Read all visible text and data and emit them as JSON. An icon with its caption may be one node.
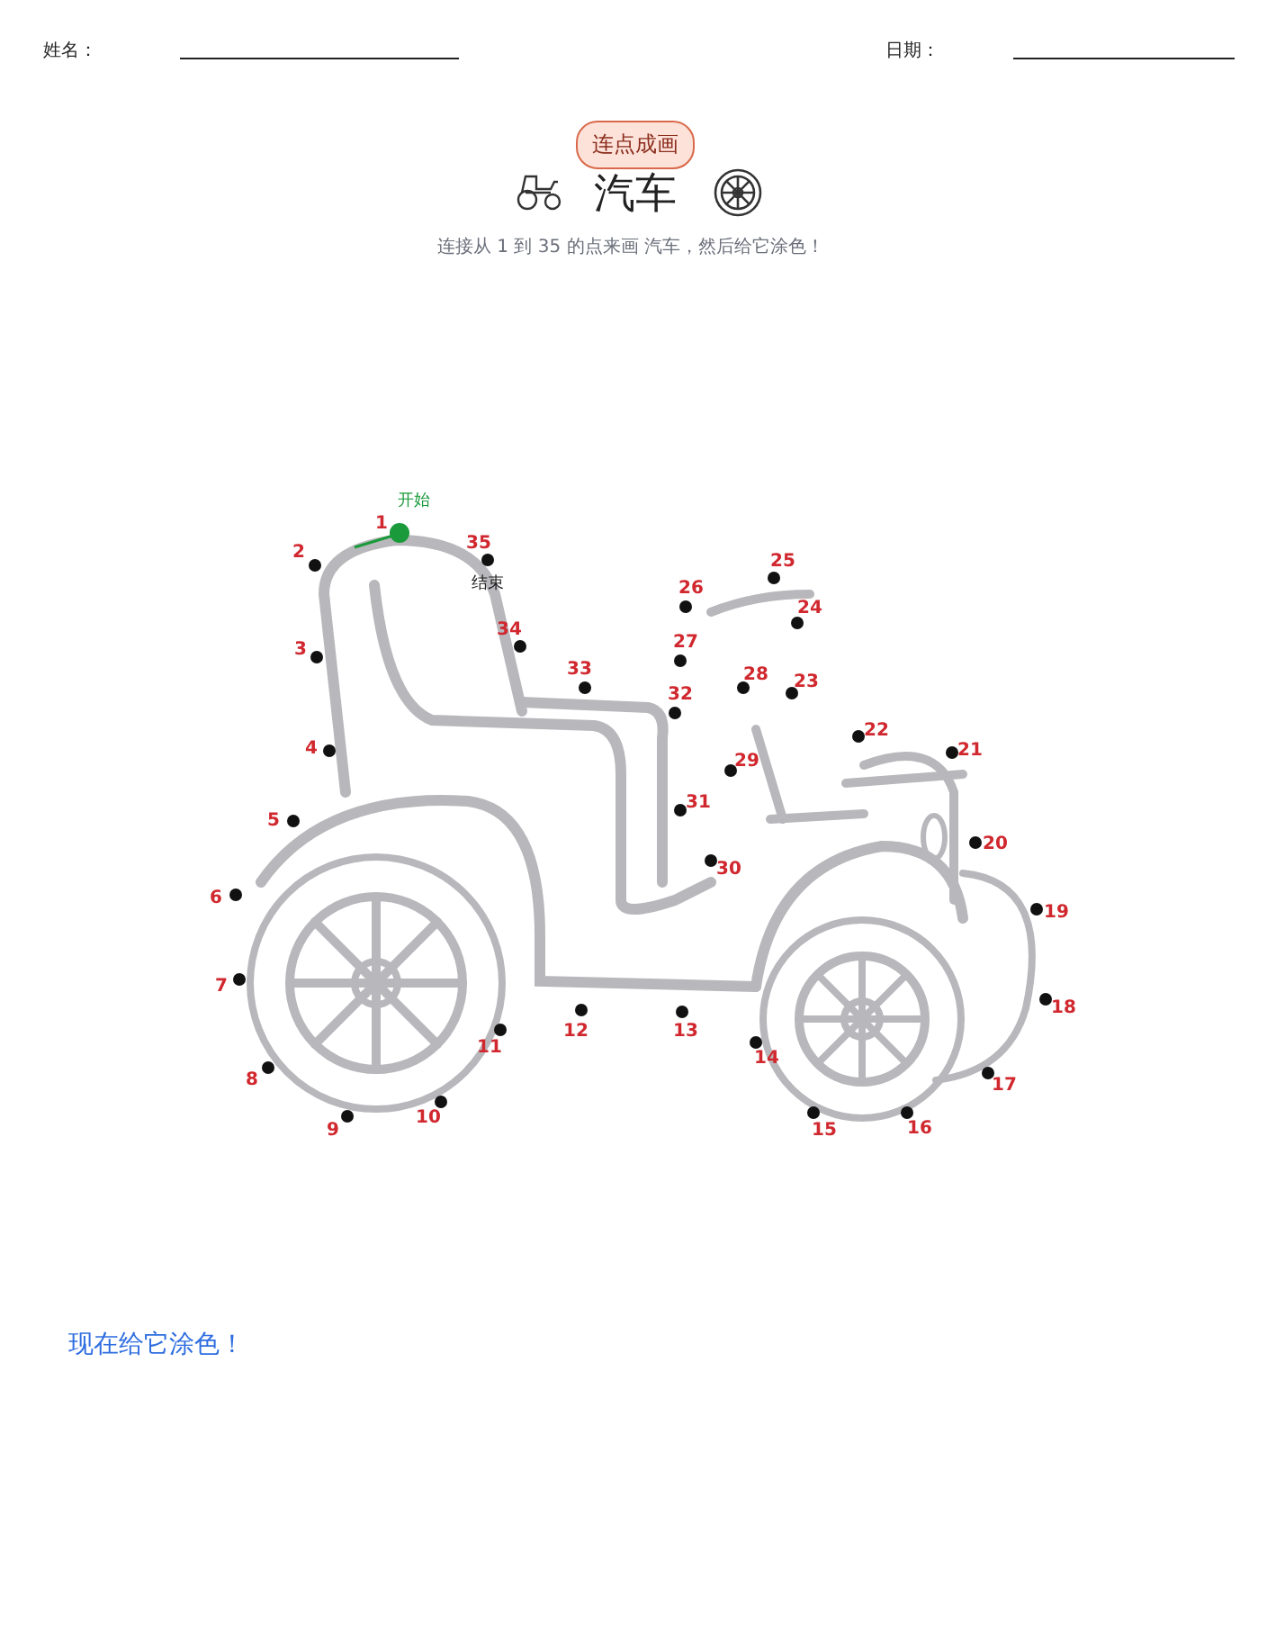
{
  "diagram": {
    "title": "汽车",
    "labels": [
      "姓名：",
      "日期：",
      "连点成画",
      "连接从 1 到 35 的点来画 汽车，然后给它涂色！",
      "1",
      "2",
      "3",
      "4",
      "5",
      "6",
      "7",
      "8",
      "9",
      "10",
      "11",
      "12",
      "13",
      "14",
      "15",
      "16",
      "17",
      "18",
      "19",
      "20",
      "21",
      "22",
      "23",
      "24",
      "25",
      "26",
      "27",
      "28",
      "29",
      "30",
      "31",
      "32",
      "33",
      "34",
      "35",
      "开始",
      "结束",
      "现在给它涂色！"
    ]
  }
}
